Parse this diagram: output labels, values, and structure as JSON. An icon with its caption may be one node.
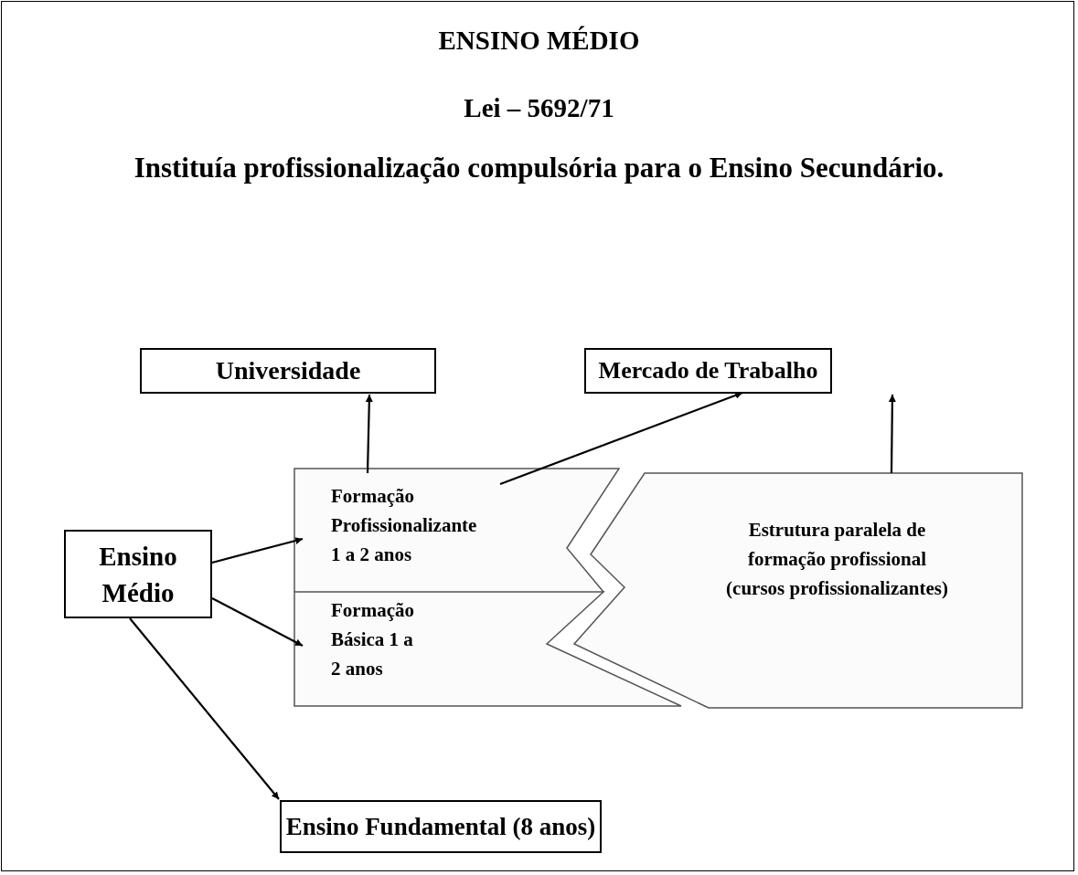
{
  "diagram": {
    "title": "ENSINO MÉDIO",
    "nodes": [
      {
        "text": [
          "Universidade"
        ]
      },
      {
        "text": [
          "Mercado de Trabalho"
        ]
      },
      {
        "text": [
          "Formação Profissionalizante 1 a 2 anos"
        ]
      },
      {
        "text": [
          "Formação Básica 1 a 2 anos"
        ]
      },
      {
        "text": [
          "Estrutura paralela de formação profissional (cursos profissionalizantes)"
        ]
      },
      {
        "text": [
          "Ensino Médio"
        ]
      },
      {
        "text": [
          "Ensino Fundamental (8 anos)"
        ]
      }
    ],
    "edges": [
      {
        "from": 5,
        "to": 2,
        "arrow": "to"
      },
      {
        "from": 5,
        "to": 3,
        "arrow": "to"
      },
      {
        "from": 5,
        "to": 6,
        "arrow": "to"
      },
      {
        "from": 2,
        "to": 0,
        "arrow": "to"
      },
      {
        "from": 2,
        "to": 1,
        "arrow": "to"
      },
      {
        "from": 4,
        "to": 1,
        "arrow": "to"
      }
    ],
    "labels": [
      "Lei – 5692/71",
      "Instituía profissionalização compulsória para o Ensino Secundário."
    ]
  }
}
